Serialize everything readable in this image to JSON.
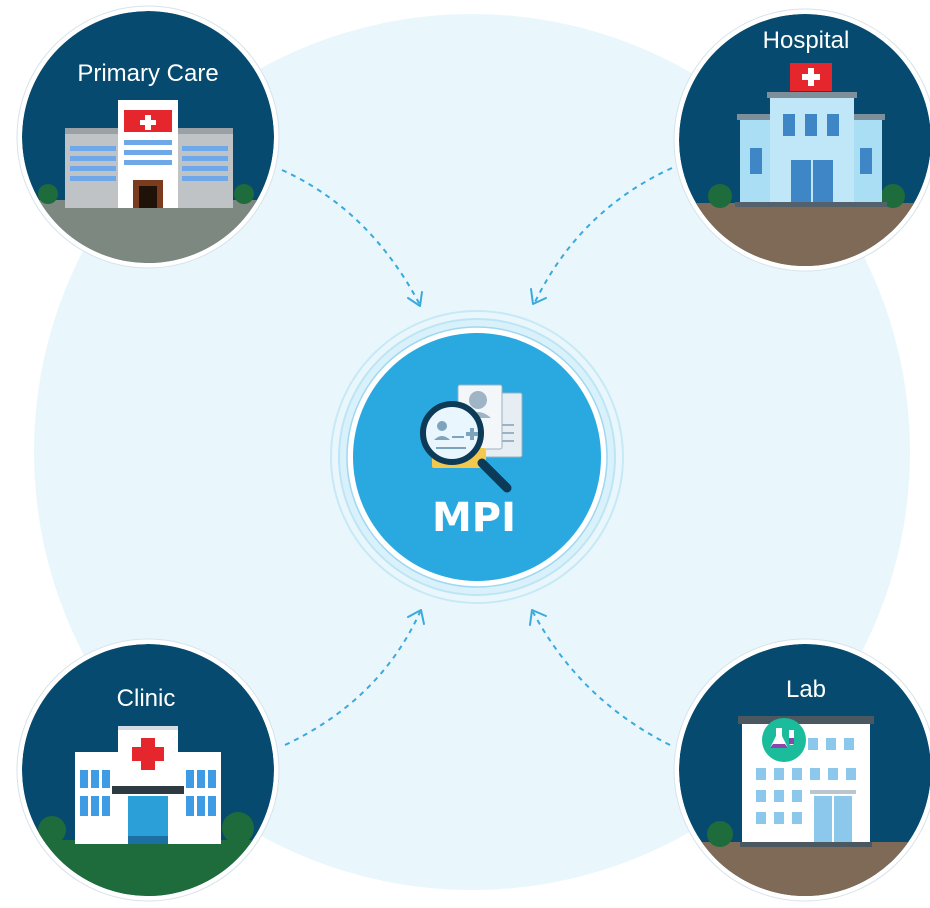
{
  "hub": {
    "label": "MPI"
  },
  "nodes": {
    "primary_care": {
      "label": "Primary Care"
    },
    "hospital": {
      "label": "Hospital"
    },
    "clinic": {
      "label": "Clinic"
    },
    "lab": {
      "label": "Lab"
    }
  },
  "colors": {
    "background_disc": "#e9f7fd",
    "node_circle": "#064a6f",
    "hub_fill": "#2aa9e1",
    "hub_ring": "#c7e9f6",
    "connector": "#3aa9dc",
    "cross_red": "#e5262c"
  },
  "icons": {
    "hub": "patient-records-magnifier-icon",
    "primary_care": "primary-care-building-icon",
    "hospital": "hospital-building-icon",
    "clinic": "clinic-building-icon",
    "lab": "lab-building-icon"
  }
}
